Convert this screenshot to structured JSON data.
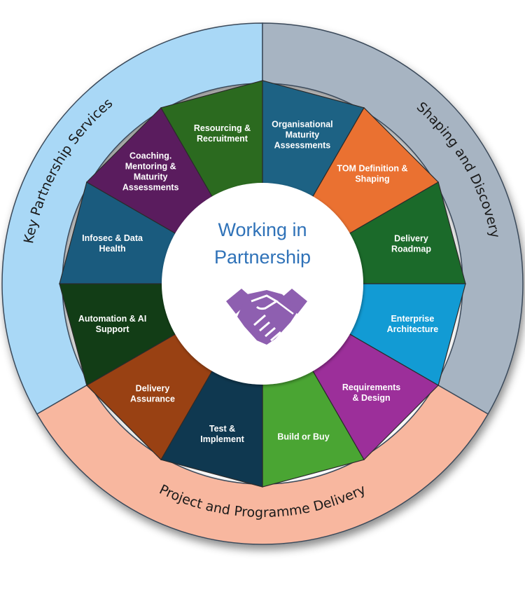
{
  "center": {
    "title_lines": [
      "Working in",
      "Partnership"
    ],
    "icon": "handshake-icon",
    "icon_color": "#8e5fb0",
    "title_color": "#2f72b8"
  },
  "outer_ring": [
    {
      "key": "key-partnership-services",
      "label": "Key Partnership Services",
      "color": "#a9d8f6"
    },
    {
      "key": "shaping-and-discovery",
      "label": "Shaping and Discovery",
      "color": "#a7b4c2"
    },
    {
      "key": "project-and-programme-delivery",
      "label": "Project and Programme Delivery",
      "color": "#f8b79f"
    }
  ],
  "segments": [
    {
      "key": "organisational-maturity-assessments",
      "lines": [
        "Organisational",
        "Maturity",
        "Assessments"
      ],
      "color": "#1d6284"
    },
    {
      "key": "tom-definition-shaping",
      "lines": [
        "TOM Definition &",
        "Shaping"
      ],
      "color": "#ea7131"
    },
    {
      "key": "delivery-roadmap",
      "lines": [
        "Delivery",
        "Roadmap"
      ],
      "color": "#1b6a2a"
    },
    {
      "key": "enterprise-architecture",
      "lines": [
        "Enterprise",
        "Architecture"
      ],
      "color": "#129bd4"
    },
    {
      "key": "requirements-design",
      "lines": [
        "Requirements",
        "& Design"
      ],
      "color": "#9c2f9a"
    },
    {
      "key": "build-or-buy",
      "lines": [
        "Build or Buy"
      ],
      "color": "#4aa533"
    },
    {
      "key": "test-implement",
      "lines": [
        "Test &",
        "Implement"
      ],
      "color": "#0f3850"
    },
    {
      "key": "delivery-assurance",
      "lines": [
        "Delivery",
        "Assurance"
      ],
      "color": "#994113"
    },
    {
      "key": "automation-ai-support",
      "lines": [
        "Automation & AI",
        "Support"
      ],
      "color": "#123d16"
    },
    {
      "key": "infosec-data-health",
      "lines": [
        "Infosec & Data",
        "Health"
      ],
      "color": "#1a5b7e"
    },
    {
      "key": "coaching-mentoring-maturity-assessments",
      "lines": [
        "Coaching.",
        "Mentoring &",
        "Maturity",
        "Assessments"
      ],
      "color": "#5a1c5e"
    },
    {
      "key": "resourcing-recruitment",
      "lines": [
        "Resourcing &",
        "Recruitment"
      ],
      "color": "#2b6a1f"
    }
  ]
}
